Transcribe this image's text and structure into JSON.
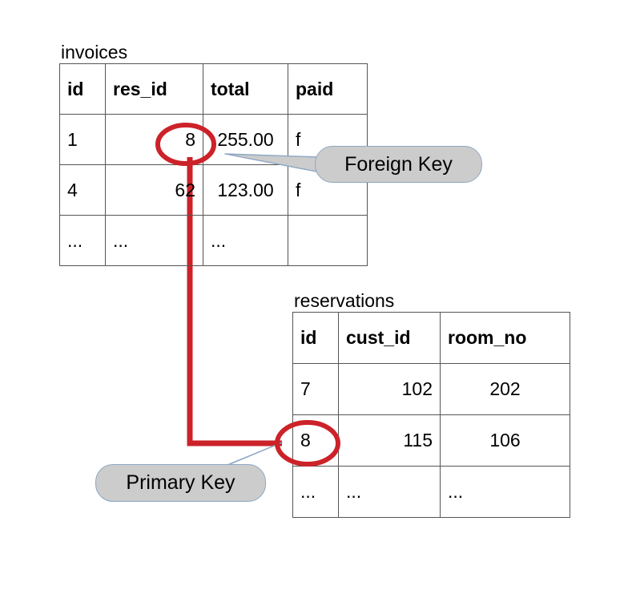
{
  "diagram": {
    "title_invoices": "invoices",
    "title_reservations": "reservations",
    "accent_red": "#cc2229",
    "callout_fill": "#cccccc",
    "callout_border": "#8ca7c4",
    "table_border": "#555555"
  },
  "invoices": {
    "name": "invoices",
    "columns": [
      "id",
      "res_id",
      "total",
      "paid"
    ],
    "rows": [
      {
        "id": "1",
        "res_id": "8",
        "total": "255.00",
        "paid": "f"
      },
      {
        "id": "4",
        "res_id": "62",
        "total": "123.00",
        "paid": "f"
      },
      {
        "id": "...",
        "res_id": "...",
        "total": "...",
        "paid": ""
      }
    ]
  },
  "reservations": {
    "name": "reservations",
    "columns": [
      "id",
      "cust_id",
      "room_no"
    ],
    "rows": [
      {
        "id": "7",
        "cust_id": "102",
        "room_no": "202"
      },
      {
        "id": "8",
        "cust_id": "115",
        "room_no": "106"
      },
      {
        "id": "...",
        "cust_id": "...",
        "room_no": "..."
      }
    ]
  },
  "annotations": {
    "foreign_key_label": "Foreign Key",
    "primary_key_label": "Primary Key",
    "foreign_key_target": "invoices.res_id = 8",
    "primary_key_target": "reservations.id = 8",
    "relationship": "invoices.res_id references reservations.id"
  }
}
